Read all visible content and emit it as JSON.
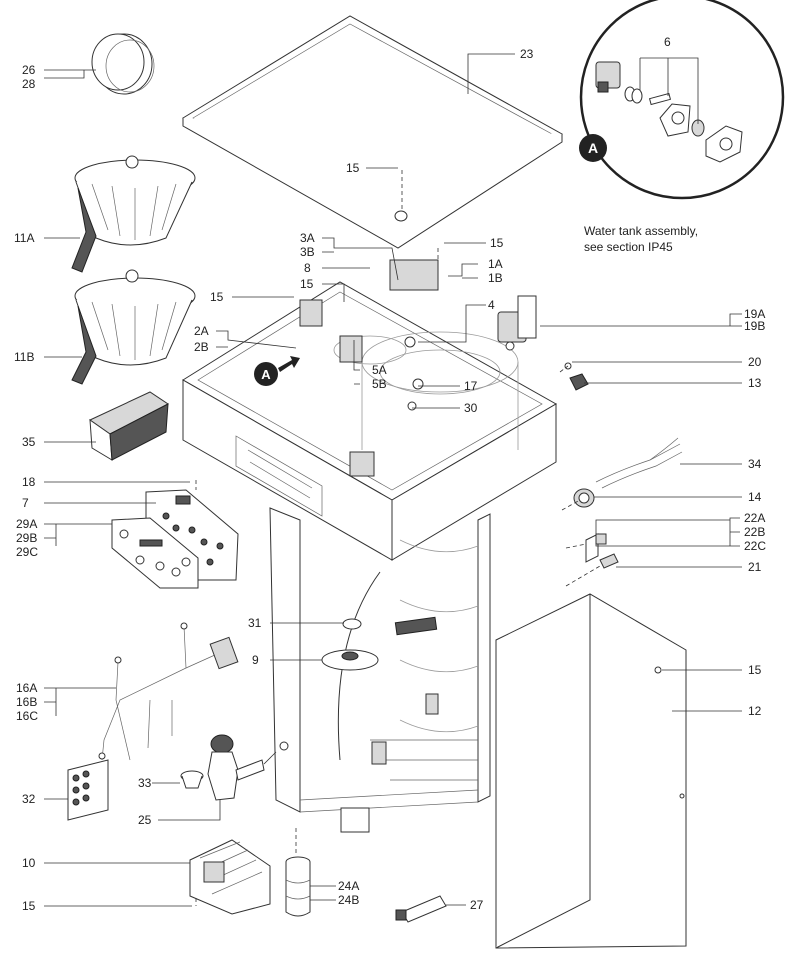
{
  "labels": {
    "p23": "23",
    "p6": "6",
    "pA_detail": "A",
    "pA_arrow": "A",
    "p26": "26",
    "p28": "28",
    "p15a": "15",
    "p15b": "15",
    "p15c": "15",
    "p15d": "15",
    "p15e": "15",
    "p15f": "15",
    "p3A": "3A",
    "p3B": "3B",
    "p8": "8",
    "p1A": "1A",
    "p1B": "1B",
    "p11A": "11A",
    "p11B": "11B",
    "p2A": "2A",
    "p2B": "2B",
    "p4": "4",
    "p19A": "19A",
    "p19B": "19B",
    "p5A": "5A",
    "p5B": "5B",
    "p20": "20",
    "p13": "13",
    "p17": "17",
    "p30": "30",
    "p35": "35",
    "p34": "34",
    "p18": "18",
    "p7": "7",
    "p14": "14",
    "p29A": "29A",
    "p29B": "29B",
    "p29C": "29C",
    "p22A": "22A",
    "p22B": "22B",
    "p22C": "22C",
    "p21": "21",
    "p31": "31",
    "p9": "9",
    "p16A": "16A",
    "p16B": "16B",
    "p16C": "16C",
    "p12": "12",
    "p32": "32",
    "p33": "33",
    "p25": "25",
    "p10": "10",
    "p24A": "24A",
    "p24B": "24B",
    "p27": "27"
  },
  "note": {
    "line1": "Water tank assembly,",
    "line2": "see section IP45"
  }
}
